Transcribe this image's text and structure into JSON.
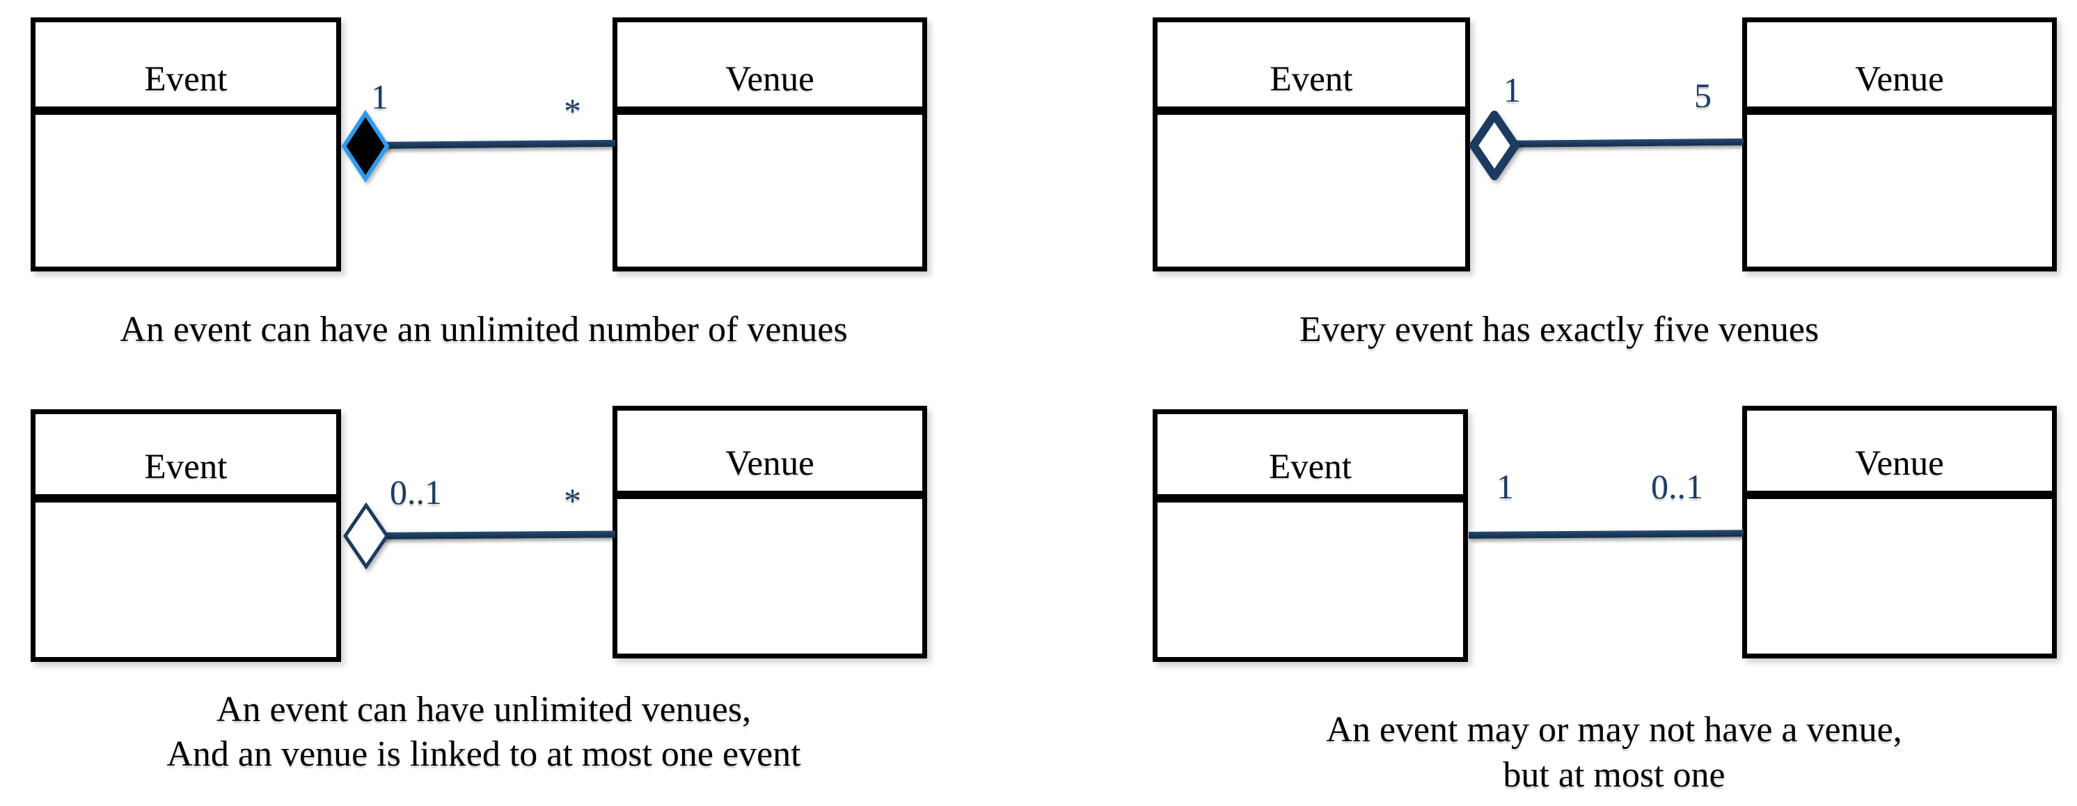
{
  "colors": {
    "connector_navy": "#1c3b5e",
    "multiplicity_text": "#1e3c63",
    "composition_diamond_fill": "#000000",
    "composition_diamond_outline": "#2d9bf0",
    "aggregation_diamond_fill": "#ffffff",
    "aggregation_diamond_outline": "#1c3b5e",
    "class_box_border": "#000000",
    "class_box_fill": "#ffffff",
    "caption_text": "#000000",
    "page_background": "#ffffff"
  },
  "diagrams": [
    {
      "panel": "top-left",
      "left_class": "Event",
      "right_class": "Venue",
      "left_multiplicity": "1",
      "right_multiplicity": "*",
      "diamond": "filled-composition-diamond",
      "caption_lines": [
        "An event can have an unlimited number of venues"
      ]
    },
    {
      "panel": "top-right",
      "left_class": "Event",
      "right_class": "Venue",
      "left_multiplicity": "1",
      "right_multiplicity": "5",
      "diamond": "hollow-aggregation-diamond-thick",
      "caption_lines": [
        "Every event has exactly five venues"
      ]
    },
    {
      "panel": "bottom-left",
      "left_class": "Event",
      "right_class": "Venue",
      "left_multiplicity": "0..1",
      "right_multiplicity": "*",
      "diamond": "hollow-aggregation-diamond-thin",
      "caption_lines": [
        "An event can have unlimited venues,",
        "And an venue is linked to at most one event"
      ]
    },
    {
      "panel": "bottom-right",
      "left_class": "Event",
      "right_class": "Venue",
      "left_multiplicity": "1",
      "right_multiplicity": "0..1",
      "diamond": "none",
      "caption_lines": [
        "An event may or may not have a venue,",
        "but at most one"
      ]
    }
  ]
}
